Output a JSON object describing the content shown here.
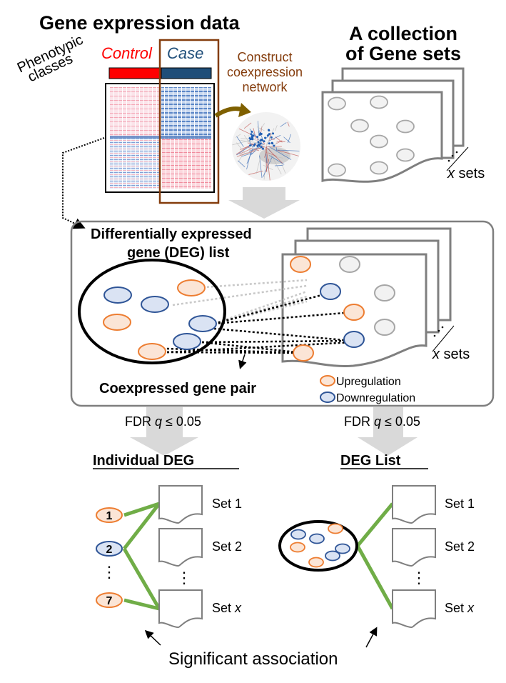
{
  "top": {
    "gene_expression_title": "Gene expression data",
    "phenotypic_label_line1": "Phenotypic",
    "phenotypic_label_line2": "classes",
    "control_label": "Control",
    "case_label": "Case",
    "construct_line1": "Construct",
    "construct_line2": "coexpression",
    "construct_line3": "network",
    "collection_line1": "A collection",
    "collection_line2": "of Gene sets",
    "x_sets_var": "x",
    "x_sets_suffix": " sets"
  },
  "middle": {
    "deg_title_line1": "Differentially expressed",
    "deg_title_line2": "gene (DEG) list",
    "coexpressed_label": "Coexpressed gene pair",
    "x_sets_var": "x",
    "x_sets_suffix": " sets",
    "legend": [
      {
        "label": "Upregulation",
        "kind": "up"
      },
      {
        "label": "Downregulation",
        "kind": "down"
      }
    ]
  },
  "thresholds": {
    "left_prefix": "FDR ",
    "left_var": "q",
    "left_op": " ≤ 0.05",
    "right_prefix": "FDR ",
    "right_var": "q",
    "right_op": " ≤ 0.05"
  },
  "bottom": {
    "individual_title": "Individual DEG",
    "list_title": "DEG List",
    "genes": [
      {
        "label": "1",
        "kind": "up"
      },
      {
        "label": "2",
        "kind": "down"
      },
      {
        "label": "7",
        "kind": "up"
      }
    ],
    "vdots": "⋮",
    "sets_left": [
      {
        "prefix": "Set ",
        "var": "1"
      },
      {
        "prefix": "Set ",
        "var": "2"
      },
      {
        "prefix": "Set ",
        "var": "x"
      }
    ],
    "sets_right": [
      {
        "prefix": "Set ",
        "var": "1"
      },
      {
        "prefix": "Set ",
        "var": "2"
      },
      {
        "prefix": "Set ",
        "var": "x"
      }
    ],
    "significant_association": "Significant association"
  },
  "colors": {
    "control": "#ff0000",
    "case": "#1f4e79",
    "case_box": "#843c0c",
    "up_stroke": "#ed7d31",
    "up_fill": "#fbe5d6",
    "down_stroke": "#2f5597",
    "down_fill": "#dae3f3",
    "gray_stroke": "#a6a6a6",
    "gray_fill": "#f2f2f2",
    "association": "#70ad47",
    "big_arrow": "#d9d9d9"
  }
}
